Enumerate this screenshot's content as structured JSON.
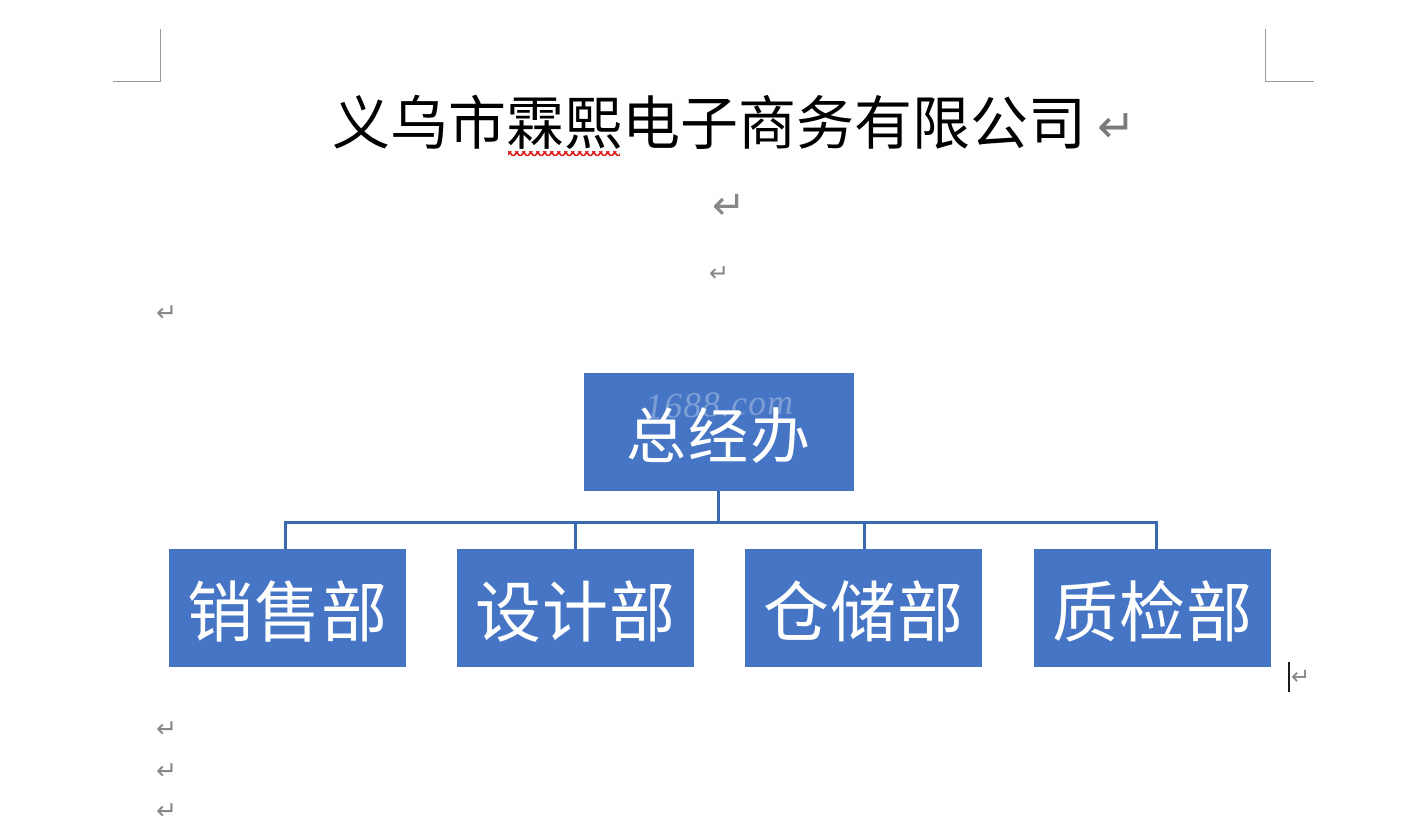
{
  "document": {
    "title_prefix": "义乌市",
    "title_misspelled": "霖熙",
    "title_suffix": "电子商务有限公司",
    "title_full": "义乌市霖熙电子商务有限公司",
    "paragraph_mark": "↵",
    "watermark": "1688.com"
  },
  "theme": {
    "node_fill": "#4575C4",
    "connector": "#3A69B0",
    "node_text": "#ffffff",
    "body_text": "#000000",
    "pilcrow": "#878787",
    "spellcheck_underline": "#e01b1b",
    "page_background": "#ffffff",
    "margin_mark": "#9a9a9a"
  },
  "chart_data": {
    "type": "diagram",
    "diagram_kind": "organization-chart",
    "title": "义乌市霖熙电子商务有限公司",
    "root": {
      "id": "root",
      "label": "总经办"
    },
    "children": [
      {
        "id": "dept-sales",
        "label": "销售部"
      },
      {
        "id": "dept-design",
        "label": "设计部"
      },
      {
        "id": "dept-storage",
        "label": "仓储部"
      },
      {
        "id": "dept-qc",
        "label": "质检部"
      }
    ],
    "edges": [
      {
        "from": "root",
        "to": "dept-sales"
      },
      {
        "from": "root",
        "to": "dept-design"
      },
      {
        "from": "root",
        "to": "dept-storage"
      },
      {
        "from": "root",
        "to": "dept-qc"
      }
    ],
    "levels": 2,
    "orientation": "top-down"
  },
  "marks": {
    "returns": [
      "↵",
      "↵",
      "↵",
      "↵",
      "↵",
      "↵",
      "↵"
    ]
  }
}
